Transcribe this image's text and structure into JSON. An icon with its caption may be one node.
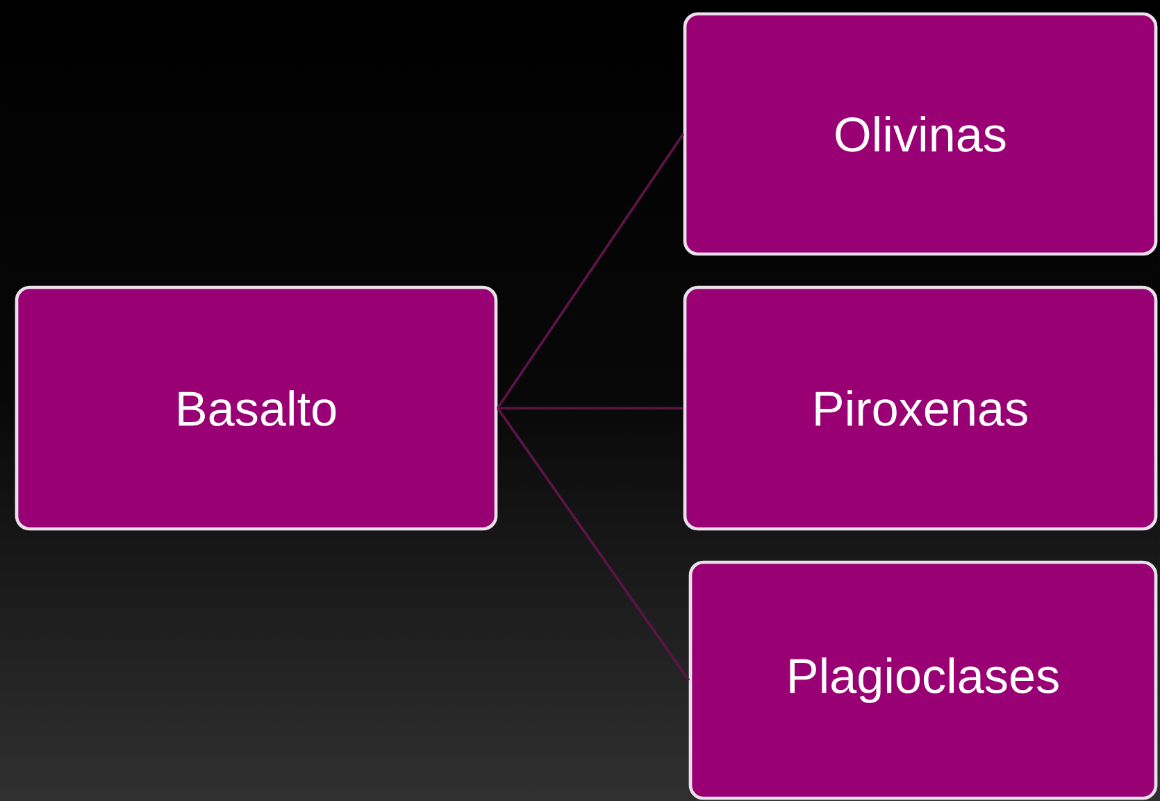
{
  "diagram": {
    "nodes": [
      {
        "text": [
          "Basalto"
        ]
      },
      {
        "text": [
          "Olivinas"
        ]
      },
      {
        "text": [
          "Piroxenas"
        ]
      },
      {
        "text": [
          "Plagioclases"
        ]
      }
    ],
    "edges": [
      {
        "from": 0,
        "to": 1,
        "arrow": "none"
      },
      {
        "from": 0,
        "to": 2,
        "arrow": "none"
      },
      {
        "from": 0,
        "to": 3,
        "arrow": "none"
      }
    ]
  }
}
